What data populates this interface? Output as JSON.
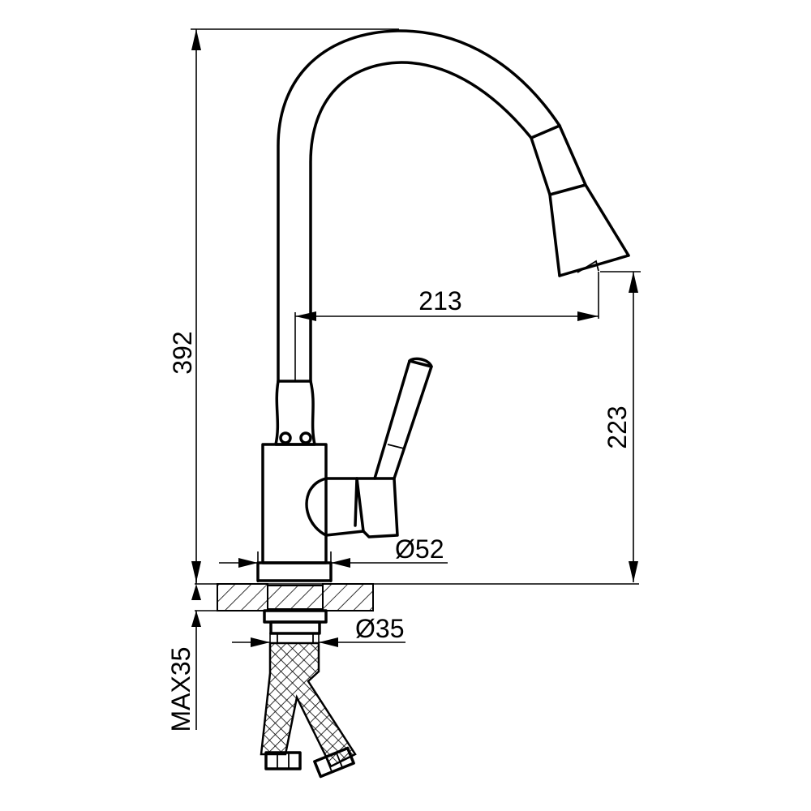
{
  "dimensions": {
    "total_height": "392",
    "spout_reach": "213",
    "spout_height": "223",
    "base_diameter": "Ø52",
    "mount_hole_diameter": "Ø35",
    "max_countertop_thickness": "MAX35"
  }
}
